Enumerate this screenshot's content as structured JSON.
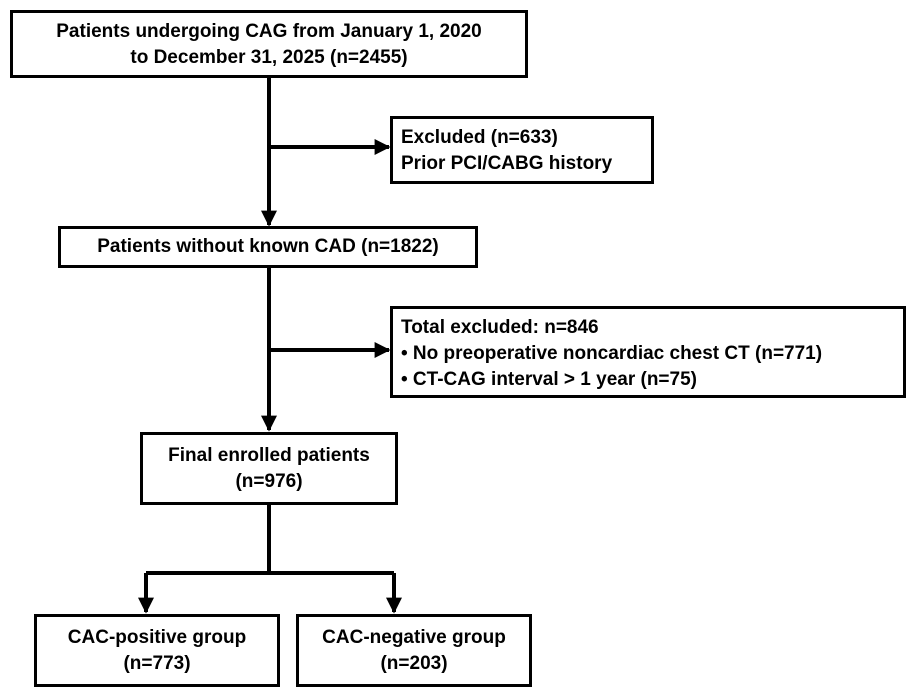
{
  "colors": {
    "stroke": "#000000",
    "background": "#ffffff"
  },
  "flowchart": {
    "initial": {
      "line1": "Patients undergoing CAG from January 1, 2020",
      "line2": "to December 31, 2025 (n=2455)"
    },
    "exclusion1": {
      "line1": "Excluded (n=633)",
      "line2": "Prior PCI/CABG history"
    },
    "no_cad": {
      "line1": "Patients without known CAD (n=1822)"
    },
    "exclusion2": {
      "line1": "Total excluded: n=846",
      "line2": "• No preoperative noncardiac chest CT (n=771)",
      "line3": "• CT-CAG interval > 1 year (n=75)"
    },
    "final": {
      "line1": "Final enrolled patients",
      "line2": "(n=976)"
    },
    "cac_positive": {
      "line1": "CAC-positive group",
      "line2": "(n=773)"
    },
    "cac_negative": {
      "line1": "CAC-negative group",
      "line2": "(n=203)"
    }
  }
}
